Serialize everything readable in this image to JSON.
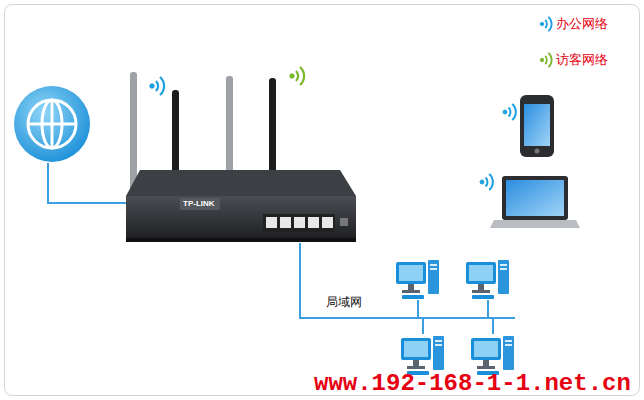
{
  "diagram": {
    "labels": [
      "局域网",
      "TP-LINK",
      "www.192-168-1-1.net.cn"
    ],
    "legend": [
      {
        "text": "办公网络"
      },
      {
        "text": "访客网络"
      }
    ]
  }
}
